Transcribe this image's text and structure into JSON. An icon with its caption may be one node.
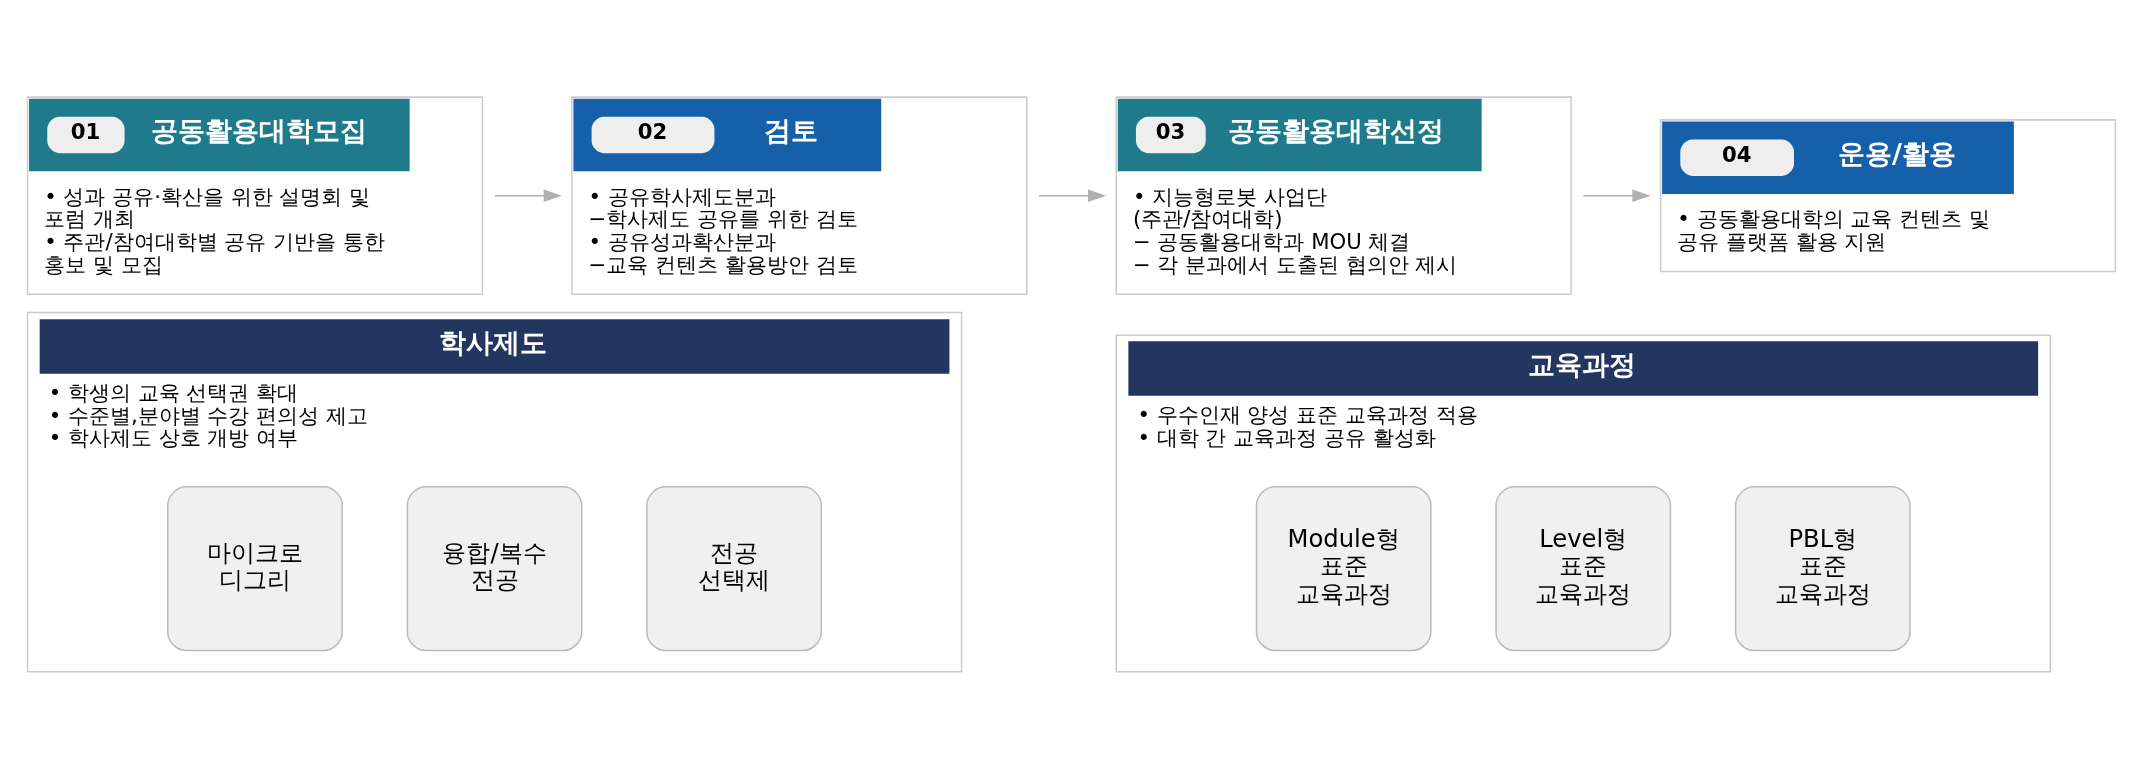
{
  "diagram": {
    "nodes": [
      {
        "text": [
          "01",
          "공동활용대학모집",
          "• 성과 공유·확산을 위한 설명회 및 포럼 개최",
          "• 주관/참여대학별 공유 기반을 통한 홍보 및 모집"
        ]
      },
      {
        "text": [
          "02",
          "검토",
          "• 공유학사제도분과",
          "−학사제도 공유를 위한 검토",
          "• 공유성과확산분과",
          "−교육 컨텐츠 활용방안 검토"
        ]
      },
      {
        "text": [
          "03",
          "공동활용대학선정",
          "• 지능형로봇 사업단 (주관/참여대학)",
          "− 공동활용대학과 MOU 체결",
          "− 각 분과에서 도출된 협의안 제시"
        ]
      },
      {
        "text": [
          "04",
          "운용/활용",
          "• 공동활용대학의 교육 컨텐츠 및 공유 플랫폼 활용 지원"
        ]
      },
      {
        "text": [
          "학사제도",
          "• 학생의 교육 선택권 확대",
          "• 수준별,분야별 수강 편의성 제고",
          "• 학사제도 상호 개방 여부"
        ]
      },
      {
        "text": [
          "마이크로 디그리"
        ],
        "in": 4
      },
      {
        "text": [
          "융합/복수 전공"
        ],
        "in": 4
      },
      {
        "text": [
          "전공 선택제"
        ],
        "in": 4
      },
      {
        "text": [
          "교육과정",
          "• 우수인재 양성 표준 교육과정 적용",
          "• 대학 간 교육과정 공유 활성화"
        ]
      },
      {
        "text": [
          "Module형 표준 교육과정"
        ],
        "in": 8
      },
      {
        "text": [
          "Level형 표준 교육과정"
        ],
        "in": 8
      },
      {
        "text": [
          "PBL형 표준 교육과정"
        ],
        "in": 8
      }
    ],
    "edges": [
      {
        "from": 0,
        "to": 1,
        "arrow": "to"
      },
      {
        "from": 1,
        "to": 2,
        "arrow": "to"
      },
      {
        "from": 2,
        "to": 3,
        "arrow": "to"
      }
    ]
  }
}
